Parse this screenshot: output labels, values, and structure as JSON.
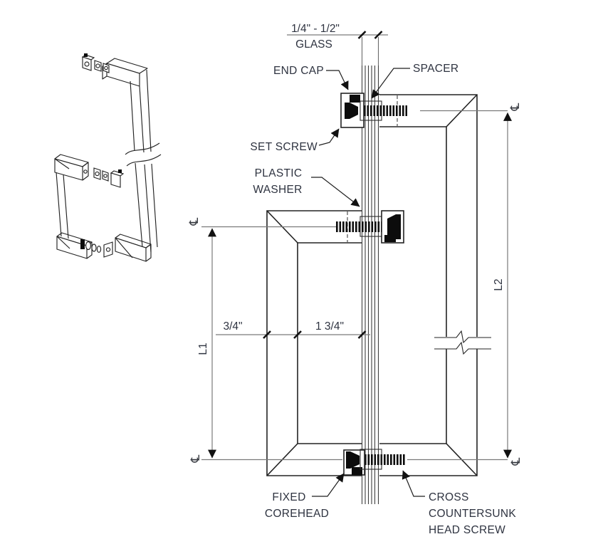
{
  "drawing": {
    "dimensions": {
      "glass_thickness": "1/4\" - 1/2\"",
      "glass_label": "GLASS",
      "offset_tube": "3/4\"",
      "offset_glass": "1 3/4\"",
      "length_short": "L1",
      "length_long": "L2"
    },
    "labels": {
      "end_cap": "END CAP",
      "spacer": "SPACER",
      "set_screw": "SET SCREW",
      "plastic_washer": [
        "PLASTIC",
        "WASHER"
      ],
      "fixed_corehead": [
        "FIXED",
        "COREHEAD"
      ],
      "cross_countersunk": [
        "CROSS",
        "COUNTERSUNK",
        "HEAD SCREW"
      ]
    },
    "symbols": {
      "centerline": "℄"
    },
    "colors": {
      "line": "#232323",
      "dim_line": "#7a7a7a",
      "text": "#2e3340",
      "background": "#ffffff"
    }
  }
}
